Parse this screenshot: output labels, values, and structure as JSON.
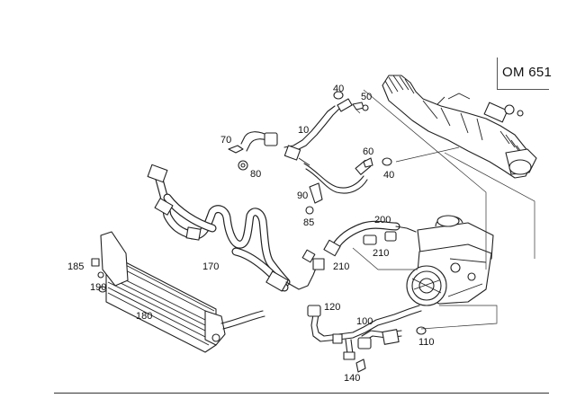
{
  "engine": {
    "code": "OM 651"
  },
  "callouts": {
    "p10": "10",
    "p40a": "40",
    "p40b": "40",
    "p50": "50",
    "p60": "60",
    "p70": "70",
    "p80": "80",
    "p85": "85",
    "p90": "90",
    "p100": "100",
    "p110": "110",
    "p120": "120",
    "p140": "140",
    "p170": "170",
    "p180": "180",
    "p185": "185",
    "p190": "190",
    "p200": "200",
    "p210a": "210",
    "p210b": "210"
  }
}
